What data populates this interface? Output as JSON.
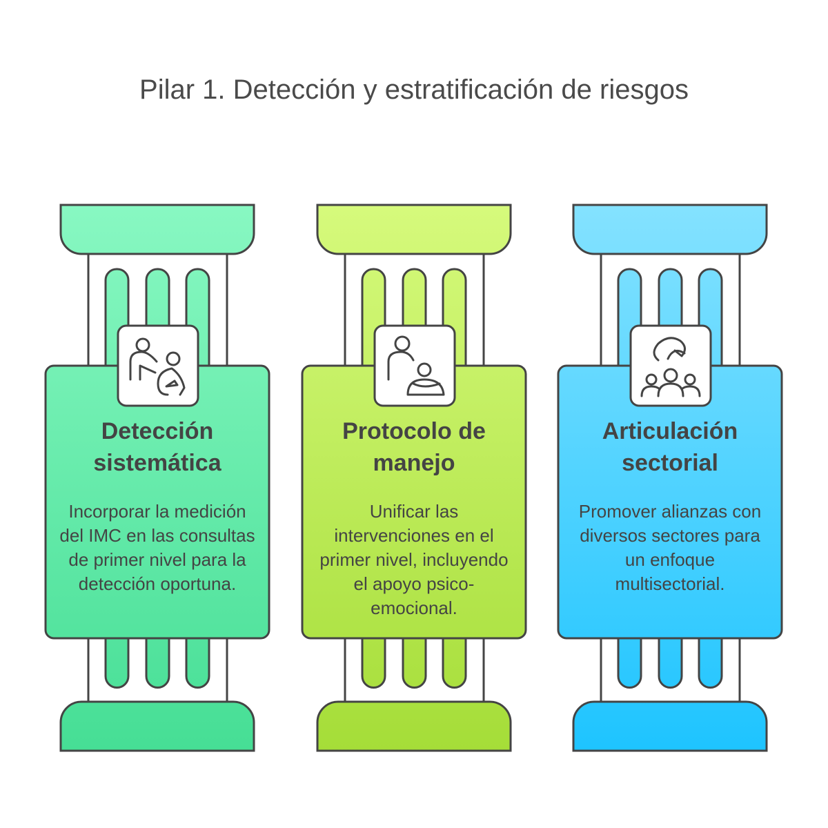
{
  "title": "Pilar 1. Detección y estratificación de riesgos",
  "pillars": [
    {
      "heading": "Detección sistemática",
      "description": "Incorporar la medición del IMC en las consultas de primer nivel para la detección oportuna.",
      "icon": "doctor-patient-icon",
      "color_top": "#88F8C2",
      "color_bottom": "#46DE95"
    },
    {
      "heading": "Protocolo de manejo",
      "description": "Unificar las intervenciones en el primer nivel, incluyendo el apoyo psico-emocional.",
      "icon": "caregiver-icon",
      "color_top": "#D6FA7C",
      "color_bottom": "#A5DD38"
    },
    {
      "heading": "Articulación sectorial",
      "description": "Promover alianzas con diversos sectores para un enfoque multisectorial.",
      "icon": "community-handshake-icon",
      "color_top": "#84E2FF",
      "color_bottom": "#1EC4FF"
    }
  ]
}
